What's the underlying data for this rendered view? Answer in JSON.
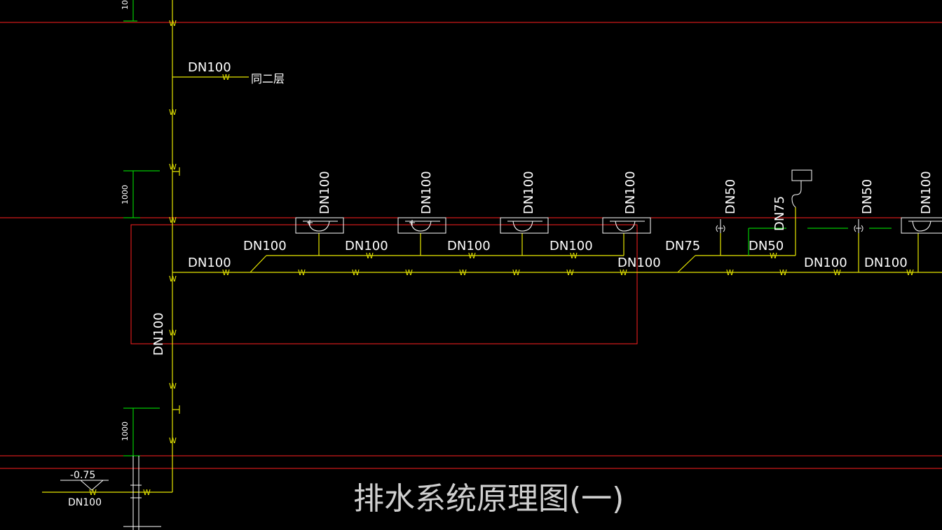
{
  "colors": {
    "background": "#000000",
    "pipe": "#e6e600",
    "floor_line": "#ff2020",
    "dimension": "#00c800",
    "text": "#ffffff"
  },
  "title": "排水系统原理图(一)",
  "note_upper": "同二层",
  "elevation": "-0.75",
  "dims": {
    "upper": "1000",
    "lower": "1000",
    "top": "10"
  },
  "labels": {
    "branch_top": "DN100",
    "riser": "DN100",
    "main_left": "DN100",
    "inlet": "DN100",
    "fixture_1": "DN100",
    "fixture_2": "DN100",
    "fixture_3": "DN100",
    "fixture_4": "DN100",
    "fixture_5": "DN50",
    "fixture_6": "DN75",
    "fixture_7": "DN50",
    "fixture_8": "DN100",
    "branch_1": "DN100",
    "branch_2": "DN100",
    "branch_3": "DN100",
    "branch_4": "DN100",
    "branch_5": "DN75",
    "branch_6": "DN50",
    "main_mid": "DN100",
    "main_right_1": "DN100",
    "main_right_2": "DN100"
  },
  "pipe_marker": "W"
}
